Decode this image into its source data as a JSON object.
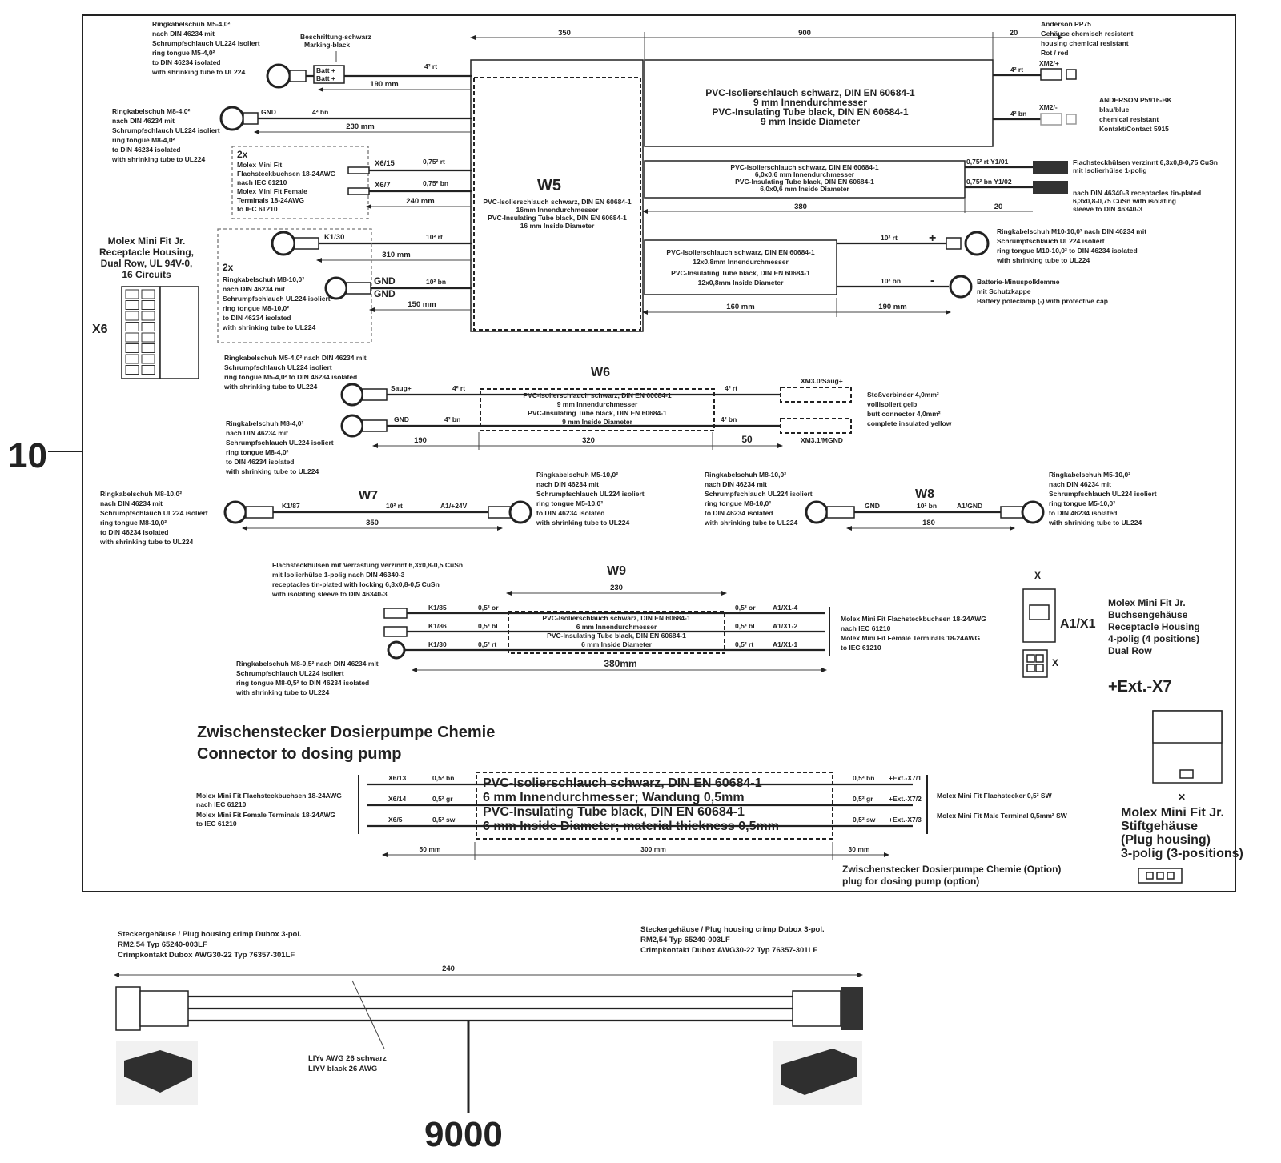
{
  "ref_top": "10",
  "ref_bottom": "9000",
  "w5": {
    "id": "W5",
    "tube": [
      "PVC-Isolierschlauch schwarz, DIN EN 60684-1",
      "16mm Innendurchmesser",
      "PVC-Insulating Tube black, DIN EN 60684-1",
      "16 mm Inside Diameter"
    ],
    "dim_350": "350",
    "dim_900": "900",
    "dim_20a": "20",
    "dim_380": "380",
    "dim_20b": "20",
    "ring1": [
      "Ringkabelschuh M5-4,0²",
      "nach DIN 46234 mit",
      "Schrumpfschlauch UL224 isoliert",
      "ring tongue M5-4,0²",
      "to DIN 46234 isolated",
      "with shrinking tube to UL224"
    ],
    "marking": [
      "Beschriftung-schwarz",
      "Marking-black"
    ],
    "batt_label": [
      "Batt +",
      "Batt +"
    ],
    "w190": "190 mm",
    "w4rt": "4² rt",
    "ring2": [
      "Ringkabelschuh M8-4,0²",
      "nach DIN 46234 mit",
      "Schrumpfschlauch UL224 isoliert",
      "ring tongue M8-4,0²",
      "to DIN 46234 isolated",
      "with shrinking tube to UL224"
    ],
    "gnd": "GND",
    "w4bn": "4² bn",
    "w230": "230 mm",
    "molex_box": [
      "2x",
      "Molex Mini Fit",
      "Flachsteckbuchsen 18-24AWG",
      "nach IEC 61210",
      "Molex Mini Fit Female",
      "Terminals 18-24AWG",
      "to IEC 61210"
    ],
    "x615": "X6/15",
    "x67": "X6/7",
    "w075rt": "0,75² rt",
    "w075bn": "0,75² bn",
    "w240": "240 mm",
    "k130": "K1/30",
    "w10rt": "10² rt",
    "w310": "310 mm",
    "ring3_2x": "2x",
    "ring3": [
      "Ringkabelschuh M8-10,0²",
      "nach DIN 46234 mit",
      "Schrumpfschlauch UL224 isoliert",
      "ring tongue M8-10,0²",
      "to DIN 46234 isolated",
      "with shrinking tube to UL224"
    ],
    "gnd2": "GND",
    "w10bn": "10² bn",
    "w150": "150 mm",
    "tube9": [
      "PVC-Isolierschlauch schwarz, DIN EN 60684-1",
      "9 mm Innendurchmesser",
      "PVC-Insulating Tube black, DIN EN 60684-1",
      "9 mm Inside Diameter"
    ],
    "anderson1": [
      "Anderson PP75",
      "Gehäuse chemisch resistent",
      "housing chemical resistant",
      "Rot / red"
    ],
    "xm2p": "XM2/+",
    "xm2m": "XM2/-",
    "anderson2": [
      "ANDERSON P5916-BK",
      "blau/blue",
      "chemical resistant",
      "Kontakt/Contact 5915"
    ],
    "tube6": [
      "PVC-Isolierschlauch schwarz, DIN EN 60684-1",
      "6,0x0,6 mm Innendurchmesser",
      "PVC-Insulating Tube black, DIN EN 60684-1",
      "6,0x0,6 mm Inside Diameter"
    ],
    "y101": "0,75² rt Y1/01",
    "y102": "0,75² bn Y1/02",
    "flach": [
      "Flachsteckhülsen verzinnt 6,3x0,8-0,75 CuSn",
      "mit Isolierhülse 1-polig",
      "nach DIN 46340-3 receptacles tin-plated",
      "6,3x0,8-0,75 CuSn with isolating",
      "sleeve to DIN 46340-3"
    ],
    "tube12": [
      "PVC-Isolierschlauch schwarz, DIN EN 60684-1",
      "12x0,8mm Innendurchmesser",
      "PVC-Insulating Tube black, DIN EN 60684-1",
      "12x0,8mm Inside Diameter"
    ],
    "plus": "+",
    "minus": "-",
    "ring_m10": [
      "Ringkabelschuh M10-10,0² nach DIN 46234 mit",
      "Schrumpfschlauch UL224 isoliert",
      "ring tongue M10-10,0² to DIN 46234 isolated",
      "with shrinking tube to UL224"
    ],
    "battclamp": [
      "Batterie-Minuspolklemme",
      "mit Schutzkappe",
      "Battery poleclamp (-) with protective cap"
    ],
    "w160": "160 mm",
    "w190b": "190 mm"
  },
  "x6": {
    "label": "X6",
    "title": [
      "Molex Mini Fit Jr.",
      "Receptacle Housing,",
      "Dual Row, UL 94V-0,",
      "16 Circuits"
    ]
  },
  "w6": {
    "id": "W6",
    "ring_a": [
      "Ringkabelschuh M5-4,0² nach DIN 46234 mit",
      "Schrumpfschlauch UL224 isoliert",
      "ring tongue M5-4,0² to DIN 46234 isolated",
      "with shrinking tube to UL224"
    ],
    "ring_b": [
      "Ringkabelschuh M8-4,0²",
      "nach DIN 46234 mit",
      "Schrumpfschlauch UL224 isoliert",
      "ring tongue M8-4,0²",
      "to DIN 46234 isolated",
      "with shrinking tube to UL224"
    ],
    "saug": "Saug+",
    "gnd": "GND",
    "w4rt": "4² rt",
    "w4bn": "4² bn",
    "tube": [
      "PVC-Isolierschlauch schwarz, DIN EN 60684-1",
      "9 mm Innendurchmesser",
      "PVC-Insulating Tube black, DIN EN 60684-1",
      "9 mm Inside Diameter"
    ],
    "xm3a": "XM3.0/Saug+",
    "xm3b": "XM3.1/MGND",
    "butt": [
      "Stoßverbinder 4,0mm²",
      "vollisoliert gelb",
      "butt connector 4,0mm²",
      "complete insulated yellow"
    ],
    "d190": "190",
    "d320": "320",
    "d50": "50"
  },
  "w7": {
    "id": "W7",
    "ring_a": [
      "Ringkabelschuh M8-10,0²",
      "nach DIN 46234 mit",
      "Schrumpfschlauch UL224 isoliert",
      "ring tongue M8-10,0²",
      "to DIN 46234 isolated",
      "with shrinking tube to UL224"
    ],
    "ring_b": [
      "Ringkabelschuh M5-10,0²",
      "nach DIN 46234 mit",
      "Schrumpfschlauch UL224 isoliert",
      "ring tongue M5-10,0²",
      "to DIN 46234 isolated",
      "with shrinking tube to UL224"
    ],
    "k187": "K1/87",
    "a1": "A1/+24V",
    "w": "10² rt",
    "d": "350"
  },
  "w8": {
    "id": "W8",
    "ring_a": [
      "Ringkabelschuh M8-10,0²",
      "nach DIN 46234 mit",
      "Schrumpfschlauch UL224 isoliert",
      "ring tongue M8-10,0²",
      "to DIN 46234 isolated",
      "with shrinking tube to UL224"
    ],
    "ring_b": [
      "Ringkabelschuh M5-10,0²",
      "nach DIN 46234 mit",
      "Schrumpfschlauch UL224 isoliert",
      "ring tongue M5-10,0²",
      "to DIN 46234 isolated",
      "with shrinking tube to UL224"
    ],
    "gnd": "GND",
    "a1": "A1/GND",
    "w": "10² bn",
    "d": "180"
  },
  "w9": {
    "id": "W9",
    "top": [
      "Flachsteckhülsen mit Verrastung verzinnt 6,3x0,8-0,5 CuSn",
      "mit Isolierhülse 1-polig nach DIN 46340-3",
      "receptacles tin-plated with locking 6,3x0,8-0,5 CuSn",
      "with isolating sleeve to DIN 46340-3"
    ],
    "bottom": [
      "Ringkabelschuh M8-0,5² nach DIN 46234 mit",
      "Schrumpfschlauch UL224 isoliert",
      "ring tongue M8-0,5² to DIN 46234 isolated",
      "with shrinking tube to UL224"
    ],
    "tube": [
      "PVC-Isolierschlauch schwarz, DIN EN 60684-1",
      "6 mm Innendurchmesser",
      "PVC-Insulating Tube black, DIN EN 60684-1",
      "6 mm Inside Diameter"
    ],
    "k185": "K1/85",
    "k186": "K1/86",
    "k130": "K1/30",
    "c1": "0,5² or",
    "c2": "0,5² bl",
    "c3": "0,5² rt",
    "a14": "A1/X1-4",
    "a12": "A1/X1-2",
    "a11": "A1/X1-1",
    "molex": [
      "Molex Mini Fit Flachsteckbuchsen 18-24AWG",
      "nach IEC 61210",
      "Molex Mini Fit Female Terminals 18-24AWG",
      "to IEC 61210"
    ],
    "d230": "230",
    "d380": "380mm"
  },
  "a1x1": {
    "label": "A1/X1",
    "text": [
      "Molex Mini Fit Jr.",
      "Buchsengehäuse",
      "Receptacle Housing",
      "4-polig (4 positions)",
      "Dual Row"
    ],
    "x": "X"
  },
  "ext": "+Ext.-X7",
  "stift": [
    "Molex Mini Fit Jr.",
    "Stiftgehäuse",
    "(Plug housing)",
    "3-polig (3-positions)"
  ],
  "dosing": {
    "title_de": "Zwischenstecker Dosierpumpe Chemie",
    "title_en": "Connector to dosing pump",
    "tube": [
      "PVC-Isolierschlauch schwarz, DIN EN 60684-1",
      "6 mm Innendurchmesser; Wandung 0,5mm",
      "PVC-Insulating Tube black, DIN EN 60684-1",
      "6 mm Inside Diameter; material thickness 0,5mm"
    ],
    "left": [
      "Molex Mini Fit Flachsteckbuchsen 18-24AWG",
      "nach IEC 61210",
      "Molex Mini Fit Female Terminals 18-24AWG",
      "to IEC 61210"
    ],
    "x613": "X6/13",
    "x614": "X6/14",
    "x65": "X6/5",
    "c1": "0,5² bn",
    "c2": "0,5² gr",
    "c3": "0,5² sw",
    "r1": "+Ext.-X7/1",
    "r2": "+Ext.-X7/2",
    "r3": "+Ext.-X7/3",
    "right1": "Molex Mini Fit Flachstecker 0,5² SW",
    "right2": "Molex Mini Fit Male Terminal 0,5mm² SW",
    "d50": "50 mm",
    "d300": "300 mm",
    "d30": "30 mm",
    "caption": [
      "Zwischenstecker Dosierpumpe Chemie (Option)",
      "plug for dosing pump (option)"
    ]
  },
  "bottom": {
    "left": [
      "Steckergehäuse / Plug housing  crimp Dubox 3-pol.",
      "RM2,54 Typ 65240-003LF",
      "Crimpkontakt Dubox AWG30-22 Typ 76357-301LF"
    ],
    "right": [
      "Steckergehäuse / Plug housing crimp  Dubox 3-pol.",
      "RM2,54 Typ 65240-003LF",
      "Crimpkontakt Dubox AWG30-22 Typ 76357-301LF"
    ],
    "length": "240",
    "cable": [
      "LIYv AWG 26 schwarz",
      "LIYV black 26 AWG"
    ]
  }
}
